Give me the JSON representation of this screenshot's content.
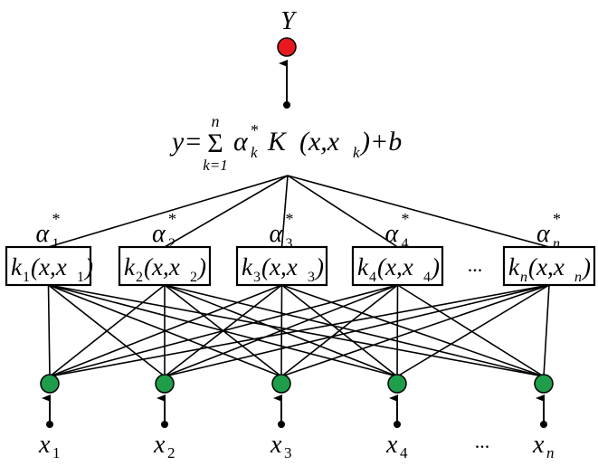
{
  "output": {
    "label": "Y",
    "color": "#e8191e"
  },
  "formula": {
    "lhs": "y=",
    "sum_symbol": "Σ",
    "sum_upper": "n",
    "sum_lower": "k=1",
    "alpha": "α",
    "alpha_star": "*",
    "alpha_sub": "k",
    "kernel": "K",
    "kernel_args_open": "(x,x",
    "kernel_args_sub": "k",
    "kernel_args_close": ")+b"
  },
  "kernels": [
    {
      "weight": "α",
      "weight_sub": "1",
      "star": "*",
      "k": "k",
      "k_sub": "1",
      "args": "(x,x",
      "args_sub": "1",
      "close": ")"
    },
    {
      "weight": "α",
      "weight_sub": "2",
      "star": "*",
      "k": "k",
      "k_sub": "2",
      "args": "(x,x",
      "args_sub": "2",
      "close": ")"
    },
    {
      "weight": "α",
      "weight_sub": "3",
      "star": "*",
      "k": "k",
      "k_sub": "3",
      "args": "(x,x",
      "args_sub": "3",
      "close": ")"
    },
    {
      "weight": "α",
      "weight_sub": "4",
      "star": "*",
      "k": "k",
      "k_sub": "4",
      "args": "(x,x",
      "args_sub": "4",
      "close": ")"
    },
    {
      "weight": "α",
      "weight_sub": "n",
      "star": "*",
      "k": "k",
      "k_sub": "n",
      "args": "(x,x",
      "args_sub": "n",
      "close": ")"
    }
  ],
  "kernel_ellipsis": "...",
  "inputs": [
    {
      "label": "x",
      "sub": "1"
    },
    {
      "label": "x",
      "sub": "2"
    },
    {
      "label": "x",
      "sub": "3"
    },
    {
      "label": "x",
      "sub": "4"
    },
    {
      "label": "x",
      "sub": "n"
    }
  ],
  "input_ellipsis": "...",
  "colors": {
    "input_node": "#1e9e4a",
    "output_node": "#e8191e",
    "lines": "#000000"
  }
}
